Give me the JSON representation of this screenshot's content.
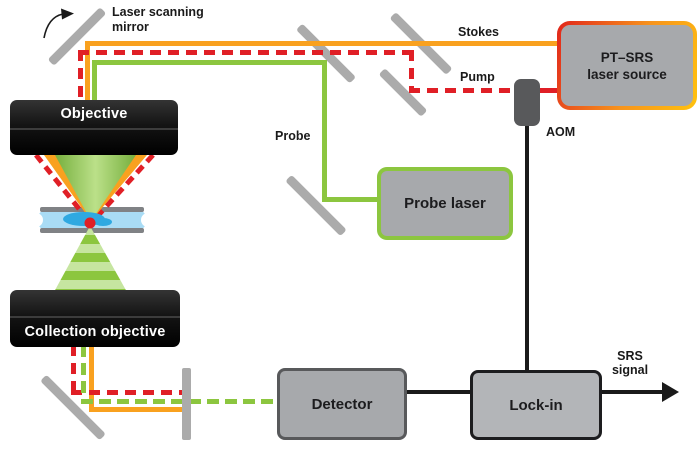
{
  "colors": {
    "stokes_orange": "#F9A11F",
    "pump_red": "#E01F26",
    "probe_green": "#8CC63F",
    "wire_black": "#1A1A1A",
    "mirror_gray": "#ABABAB",
    "box_gray": "#A7A9AC",
    "sample_blue": "#A9DCF5",
    "cell_blue": "#2FA9E1"
  },
  "boxes": {
    "objective": "Objective",
    "collection_objective": "Collection objective",
    "pt_srs_line1": "PT–SRS",
    "pt_srs_line2": "laser source",
    "probe_laser": "Probe laser",
    "detector": "Detector",
    "lock_in": "Lock-in"
  },
  "labels": {
    "scanner_line1": "Laser scanning",
    "scanner_line2": "mirror",
    "stokes": "Stokes",
    "pump": "Pump",
    "probe": "Probe",
    "aom": "AOM",
    "output_line1": "SRS",
    "output_line2": "signal"
  }
}
